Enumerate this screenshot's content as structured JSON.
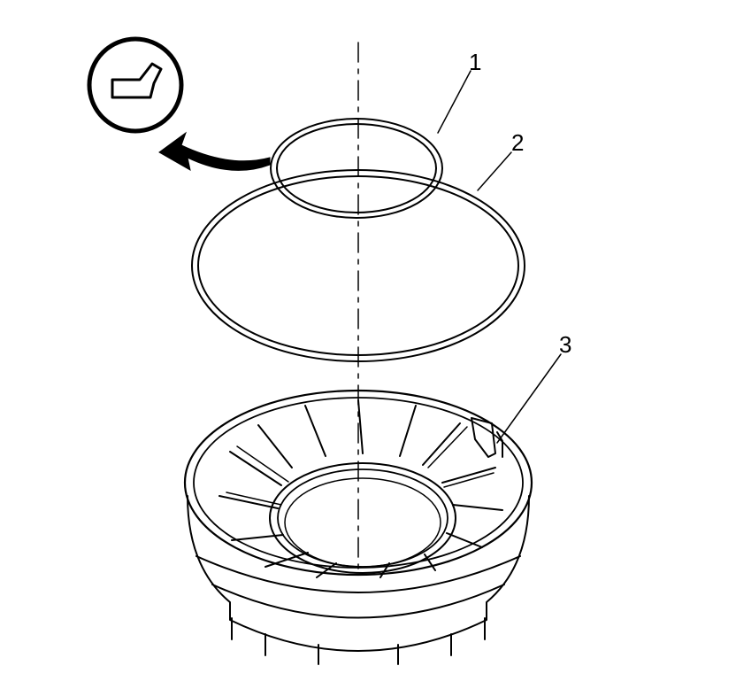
{
  "callouts": [
    {
      "id": "1",
      "label": "1"
    },
    {
      "id": "2",
      "label": "2"
    },
    {
      "id": "3",
      "label": "3"
    }
  ],
  "symbols": {
    "lubricate": "oil-can-lubricate-icon",
    "arrow": "curved-arrow-icon"
  },
  "colors": {
    "line": "#000000",
    "background": "#ffffff"
  }
}
